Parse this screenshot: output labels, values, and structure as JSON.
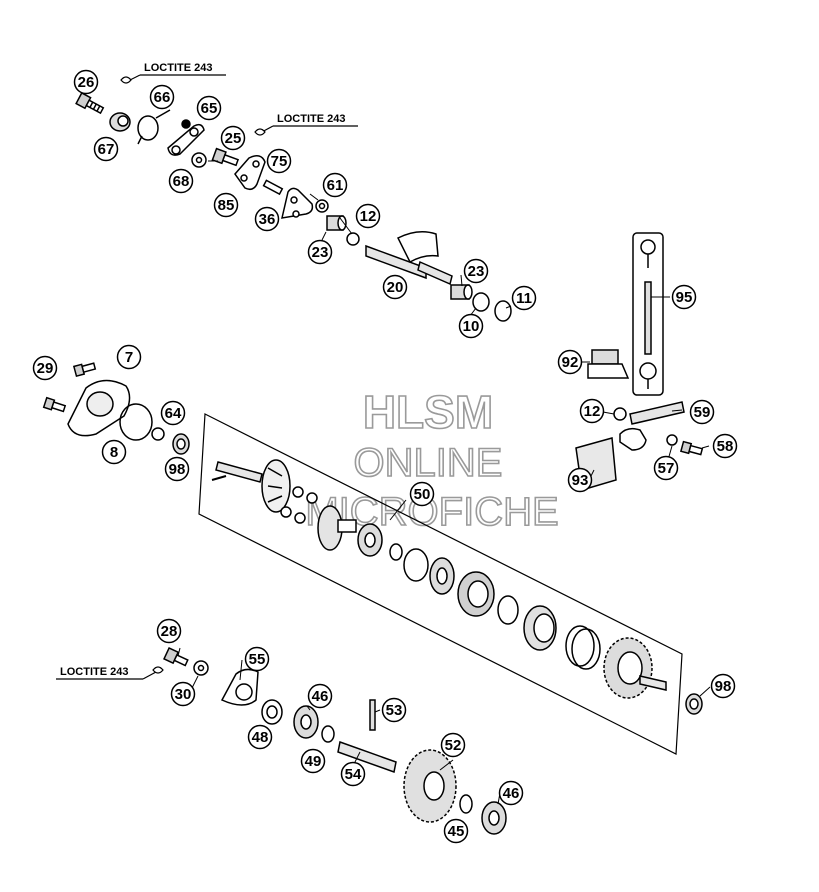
{
  "watermark": {
    "line1": "HLSM",
    "line2": "ONLINE",
    "line3": "MICROFICHE"
  },
  "loctite_label": "LOCTITE 243",
  "callouts": [
    {
      "id": "26"
    },
    {
      "id": "67"
    },
    {
      "id": "66"
    },
    {
      "id": "65"
    },
    {
      "id": "25"
    },
    {
      "id": "68"
    },
    {
      "id": "75"
    },
    {
      "id": "85"
    },
    {
      "id": "36"
    },
    {
      "id": "61"
    },
    {
      "id": "12"
    },
    {
      "id": "23"
    },
    {
      "id": "20"
    },
    {
      "id": "23"
    },
    {
      "id": "11"
    },
    {
      "id": "10"
    },
    {
      "id": "95"
    },
    {
      "id": "92"
    },
    {
      "id": "7"
    },
    {
      "id": "29"
    },
    {
      "id": "64"
    },
    {
      "id": "8"
    },
    {
      "id": "98"
    },
    {
      "id": "12"
    },
    {
      "id": "59"
    },
    {
      "id": "58"
    },
    {
      "id": "57"
    },
    {
      "id": "93"
    },
    {
      "id": "50"
    },
    {
      "id": "98"
    },
    {
      "id": "28"
    },
    {
      "id": "30"
    },
    {
      "id": "55"
    },
    {
      "id": "46"
    },
    {
      "id": "53"
    },
    {
      "id": "48"
    },
    {
      "id": "49"
    },
    {
      "id": "52"
    },
    {
      "id": "54"
    },
    {
      "id": "46"
    },
    {
      "id": "45"
    }
  ]
}
